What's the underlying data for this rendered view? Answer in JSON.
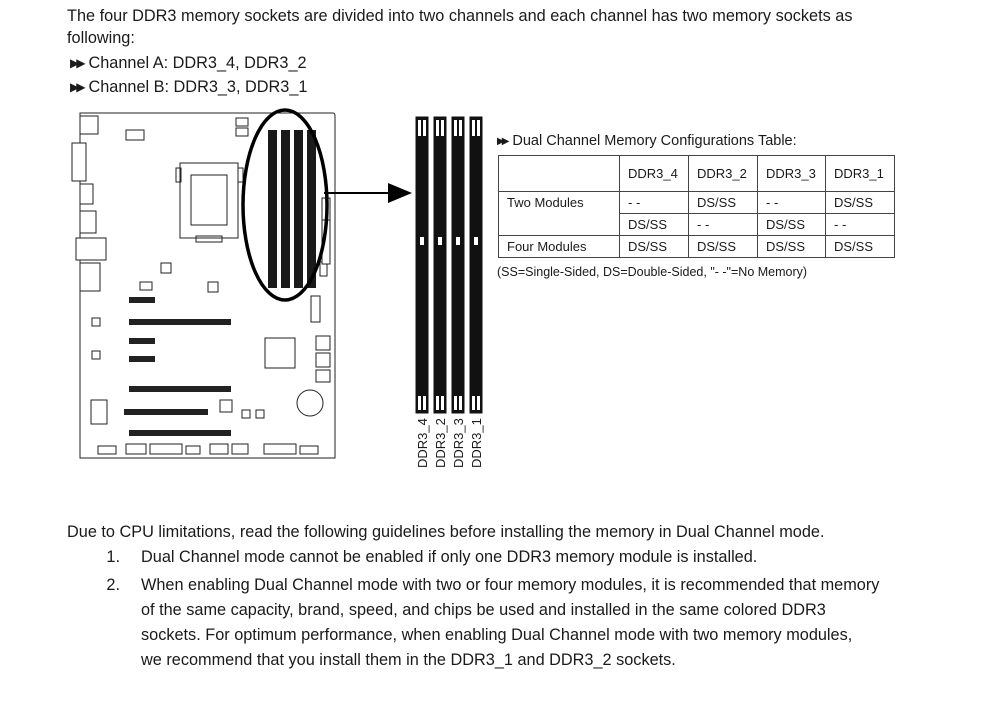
{
  "intro": {
    "line1": "The four DDR3 memory sockets are divided into two channels and each channel has two memory sockets as",
    "line2": "following:"
  },
  "channels": [
    {
      "label": "Channel A: DDR3_4, DDR3_2"
    },
    {
      "label": "Channel B: DDR3_3, DDR3_1"
    }
  ],
  "bullet_glyph": "▶▶",
  "slot_labels": [
    "DDR3_4",
    "DDR3_2",
    "DDR3_3",
    "DDR3_1"
  ],
  "table": {
    "title": "Dual Channel Memory Configurations Table:",
    "headers": [
      "",
      "DDR3_4",
      "DDR3_2",
      "DDR3_3",
      "DDR3_1"
    ],
    "rows": [
      [
        "Two Modules",
        "- -",
        "DS/SS",
        "- -",
        "DS/SS"
      ],
      [
        "",
        "DS/SS",
        "- -",
        "DS/SS",
        "- -"
      ],
      [
        "Four Modules",
        "DS/SS",
        "DS/SS",
        "DS/SS",
        "DS/SS"
      ]
    ],
    "note": "(SS=Single-Sided, DS=Double-Sided, \"- -\"=No Memory)"
  },
  "guidelines": {
    "intro": "Due to CPU limitations, read the following guidelines before installing the memory in Dual Channel mode.",
    "items": [
      {
        "num": "1.",
        "lines": [
          "Dual Channel mode cannot be enabled if only one DDR3 memory module is installed."
        ]
      },
      {
        "num": "2.",
        "lines": [
          "When enabling Dual Channel mode with two or four memory modules, it is recommended that memory",
          "of the same capacity, brand, speed, and chips be used and installed in the same colored DDR3",
          "sockets. For optimum performance, when enabling Dual Channel mode with two memory modules,",
          "we recommend that you install them in the DDR3_1 and DDR3_2 sockets."
        ]
      }
    ]
  }
}
